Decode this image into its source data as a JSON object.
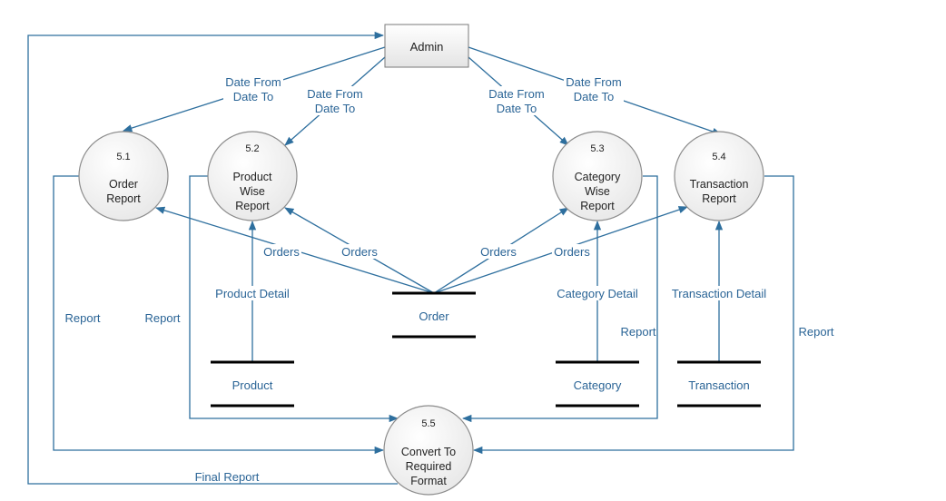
{
  "entity": {
    "name": "Admin"
  },
  "processes": {
    "p1": {
      "number": "5.1",
      "lines": [
        "Order",
        "Report"
      ]
    },
    "p2": {
      "number": "5.2",
      "lines": [
        "Product",
        "Wise",
        "Report"
      ]
    },
    "p3": {
      "number": "5.3",
      "lines": [
        "Category",
        "Wise",
        "Report"
      ]
    },
    "p4": {
      "number": "5.4",
      "lines": [
        "Transaction",
        "Report"
      ]
    },
    "p5": {
      "number": "5.5",
      "lines": [
        "Convert To",
        "Required",
        "Format"
      ]
    }
  },
  "stores": {
    "order": "Order",
    "product": "Product",
    "category": "Category",
    "transaction": "Transaction"
  },
  "flows": {
    "date_from": "Date From",
    "date_to": "Date To",
    "orders": "Orders",
    "product_detail": "Product Detail",
    "category_detail": "Category Detail",
    "transaction_detail": "Transaction Detail",
    "report": "Report",
    "final_report": "Final Report"
  },
  "colors": {
    "flow": "#2e6f9e",
    "label": "#2a6496",
    "store": "#000000"
  }
}
